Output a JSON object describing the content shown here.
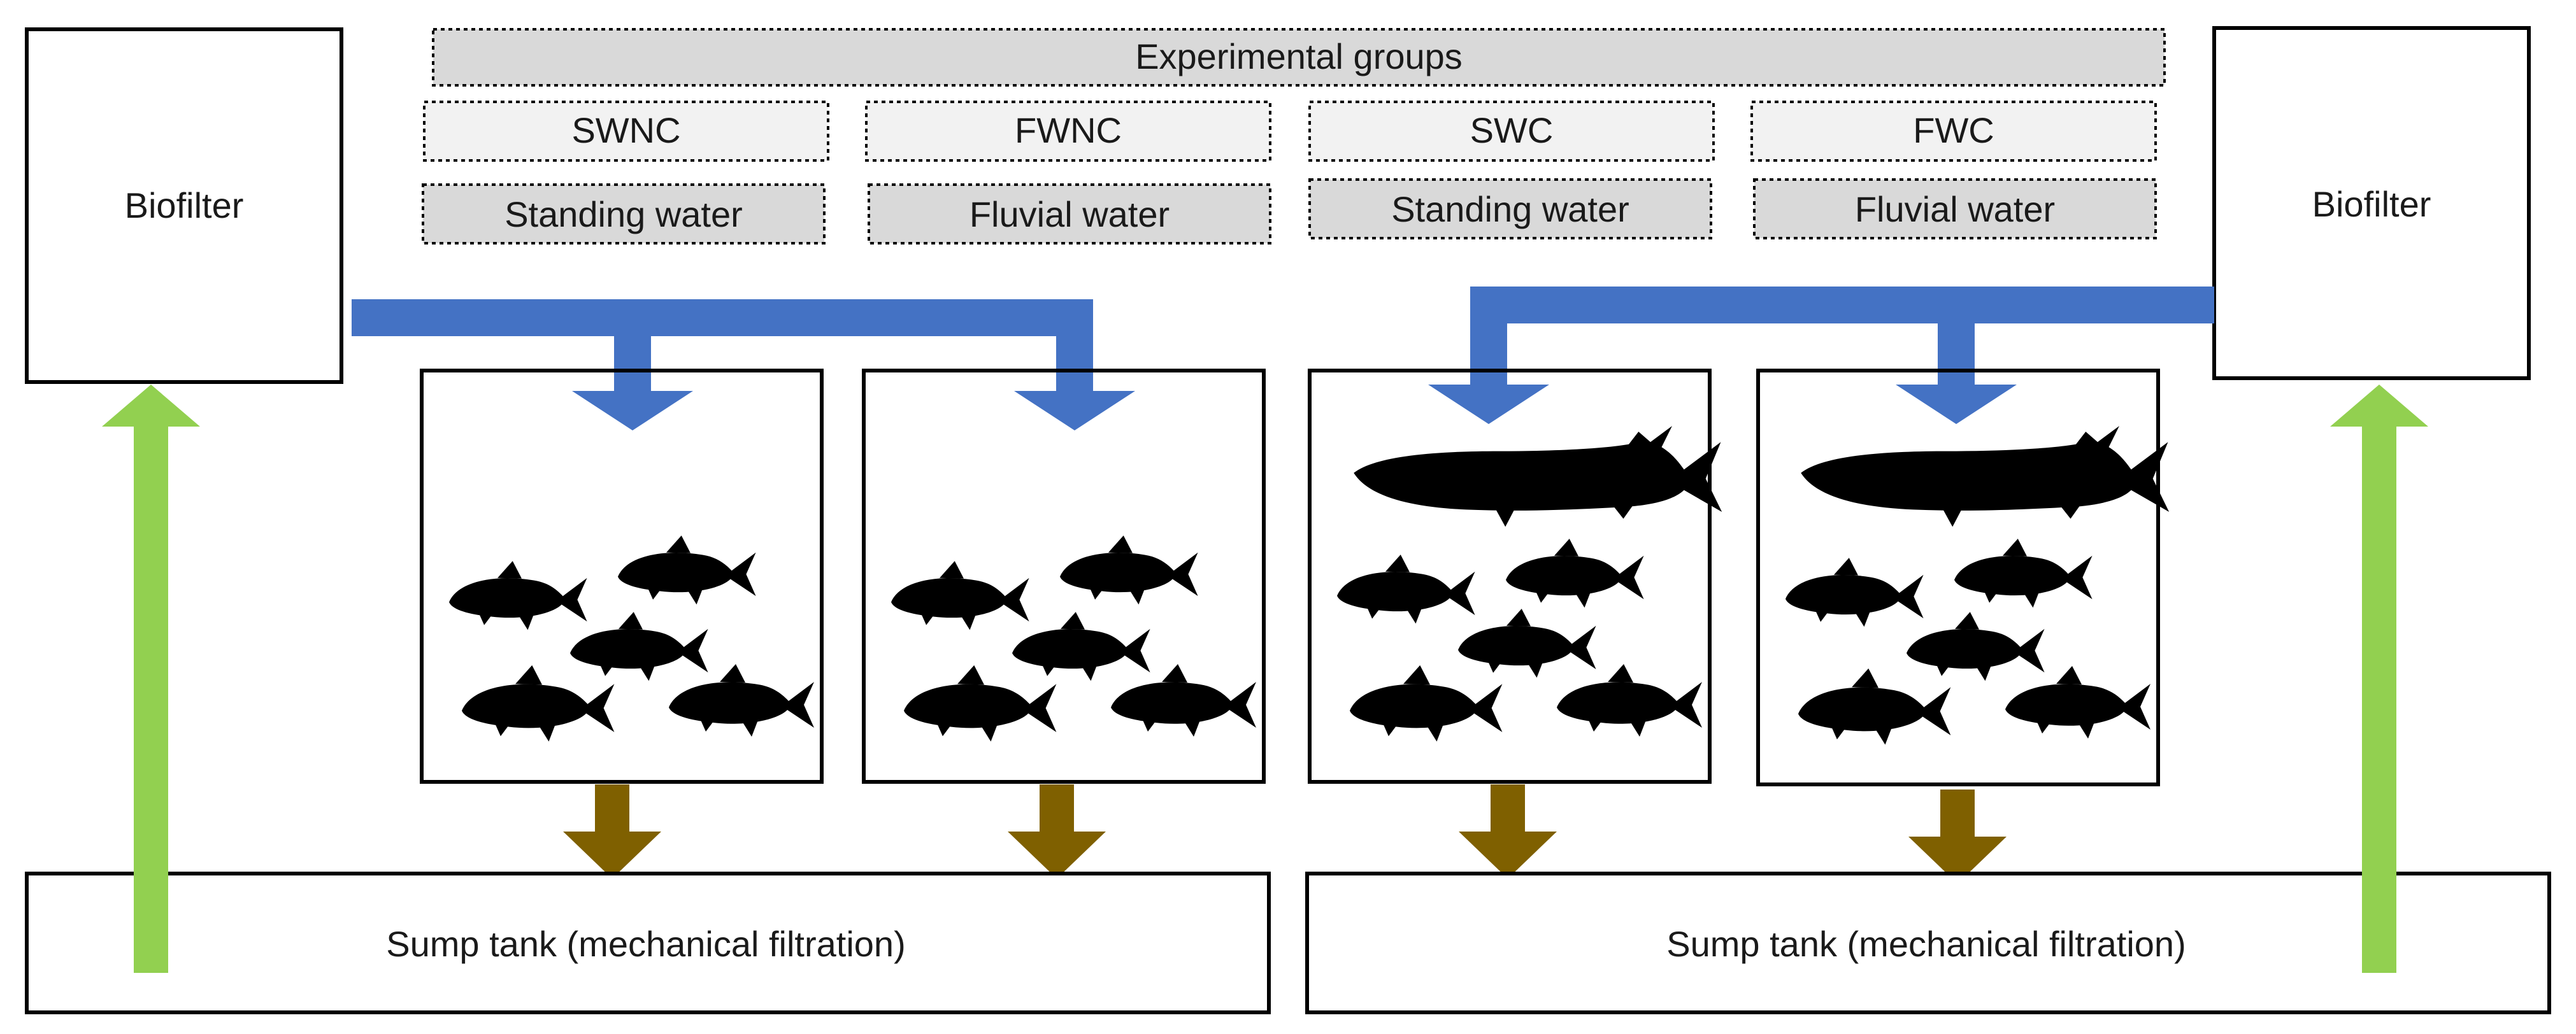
{
  "header": {
    "title": "Experimental groups"
  },
  "groups": [
    {
      "code": "SWNC",
      "water": "Standing water"
    },
    {
      "code": "FWNC",
      "water": "Fluvial water"
    },
    {
      "code": "SWC",
      "water": "Standing water"
    },
    {
      "code": "FWC",
      "water": "Fluvial water"
    }
  ],
  "biofilters": [
    {
      "label": "Biofilter"
    },
    {
      "label": "Biofilter"
    }
  ],
  "sumps": [
    {
      "label": "Sump tank (mechanical filtration)"
    },
    {
      "label": "Sump tank (mechanical filtration)"
    }
  ],
  "colors": {
    "inflow_pipe": "#4472c4",
    "outflow_arrow": "#7f6000",
    "return_arrow": "#92d050",
    "header_fill": "#d9d9d9",
    "code_fill": "#f2f2f2",
    "water_fill": "#d9d9d9",
    "fish": "#000000",
    "frame": "#000000"
  },
  "icons": {
    "prey": "prey-fish-icon",
    "predator": "pike-predator-icon"
  }
}
